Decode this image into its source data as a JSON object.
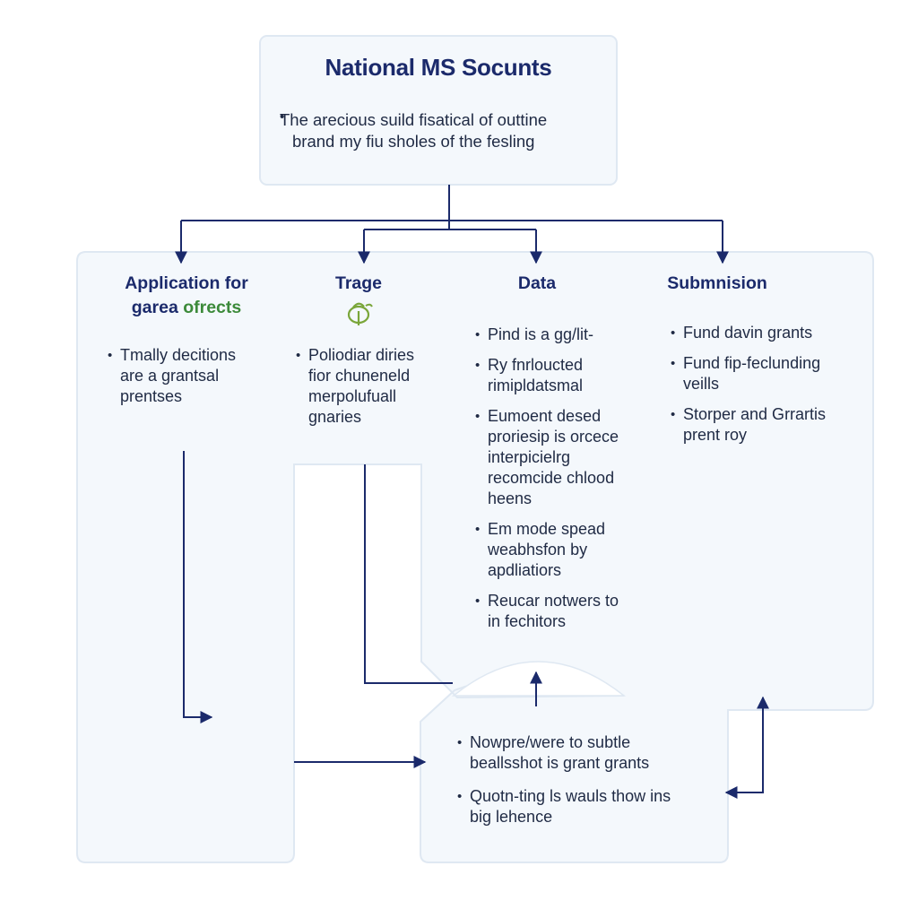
{
  "top": {
    "title": "National MS Socunts",
    "description_line1": "The arecious suild fisatical of outtine",
    "description_line2": "brand my fiu sholes of the fesling"
  },
  "columns": {
    "application": {
      "title_line1": "Application for",
      "title_line2_a": "garea",
      "title_line2_b": "ofrects",
      "bullet": [
        "Tmally decitions",
        "are a grantsal",
        "prentses"
      ]
    },
    "trage": {
      "title": "Trage",
      "icon": "seedling-icon",
      "bullet": [
        "Poliodiar diries",
        "fior chuneneld",
        "merpolufuall",
        "gnaries"
      ]
    },
    "data": {
      "title": "Data",
      "bullets": [
        [
          "Pind is a gg/lit-"
        ],
        [
          "Ry fnrloucted",
          "rimipldatsmal"
        ],
        [
          "Eumoent desed",
          "proriesip is orcece",
          "interpicielrg",
          "recomcide chlood",
          "heens"
        ],
        [
          "Em mode spead",
          "weabhsfon by",
          "apdliatiors"
        ],
        [
          "Reucar notwers to",
          "in fechitors"
        ]
      ]
    },
    "submission": {
      "title": "Submnision",
      "bullets": [
        [
          "Fund davin grants"
        ],
        [
          "Fund fip-feclunding",
          "veills"
        ],
        [
          "Storper and Grrartis",
          "prent roy"
        ]
      ]
    }
  },
  "bottom": {
    "bullets": [
      [
        "Nowpre/were to subtle",
        "beallsshot is grant grants"
      ],
      [
        "Quotn-ting ls wauls thow ins",
        "big lehence"
      ]
    ]
  },
  "colors": {
    "panel_fill": "#f4f8fc",
    "panel_border": "#dfe8f2",
    "connector": "#1b2a6b",
    "accent_green": "#3c8a3a"
  }
}
